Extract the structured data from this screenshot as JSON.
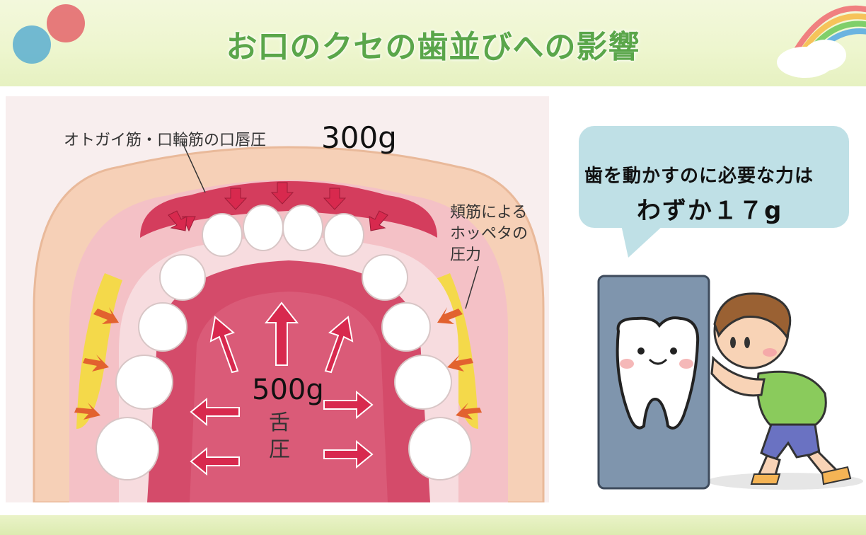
{
  "title": "お口のクセの歯並びへの影響",
  "diagram": {
    "lip_label": "オトガイ筋・口輪筋の口唇圧",
    "lip_value": "300g",
    "cheek_label_lines": [
      "頬筋による",
      "ホッペタの",
      "圧力"
    ],
    "tongue_value": "500g",
    "tongue_label_lines": [
      "舌",
      "圧"
    ]
  },
  "callout": {
    "line1": "歯を動かすのに必要な力は",
    "line2": "わずか１７g"
  },
  "colors": {
    "title_green": "#5aa64a",
    "bubble": "#bfe0e6",
    "arrow_red": "#d8294e",
    "arrow_orange": "#e2622f",
    "cheek_yellow": "#f4d94a"
  }
}
